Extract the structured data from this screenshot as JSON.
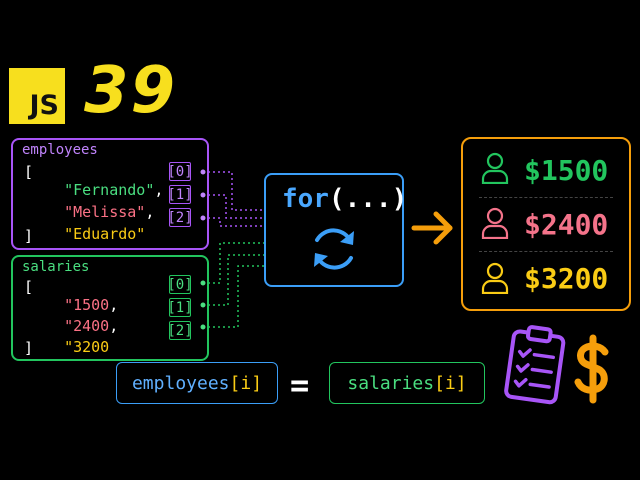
{
  "header": {
    "logo_text": "JS",
    "episode": "39"
  },
  "employees": {
    "title": "employees",
    "open": "[",
    "close": "]",
    "items": [
      {
        "value": "\"Fernando\"",
        "sep": ",",
        "index": "[0]"
      },
      {
        "value": "\"Melissa\"",
        "sep": ",",
        "index": "[1]"
      },
      {
        "value": "\"Eduardo\"",
        "sep": "",
        "index": "[2]"
      }
    ]
  },
  "salaries": {
    "title": "salaries",
    "open": "[",
    "close": "]",
    "items": [
      {
        "value": "\"1500",
        "sep": ",",
        "index": "[0]"
      },
      {
        "value": "\"2400",
        "sep": ",",
        "index": "[1]"
      },
      {
        "value": "\"3200",
        "sep": "",
        "index": "[2]"
      }
    ]
  },
  "loop": {
    "keyword": "for",
    "args": "(...)"
  },
  "results": [
    {
      "amount": "$1500",
      "color": "#22c55e"
    },
    {
      "amount": "$2400",
      "color": "#f4738a"
    },
    {
      "amount": "$3200",
      "color": "#facc15"
    }
  ],
  "expression": {
    "left_name": "employees",
    "left_index": "[i]",
    "equals": "=",
    "right_name": "salaries",
    "right_index": "[i]"
  },
  "colors": {
    "employees": "#a855f7",
    "salaries": "#22c55e",
    "loop": "#3b9ef7",
    "arrow": "#f59e0b",
    "string": "#4ade80",
    "string_alt": "#fb7185",
    "salary_string": "#facc15"
  },
  "icons": [
    "checklist-icon",
    "dollar-icon",
    "refresh-icon",
    "user-icon",
    "arrow-right-icon"
  ]
}
